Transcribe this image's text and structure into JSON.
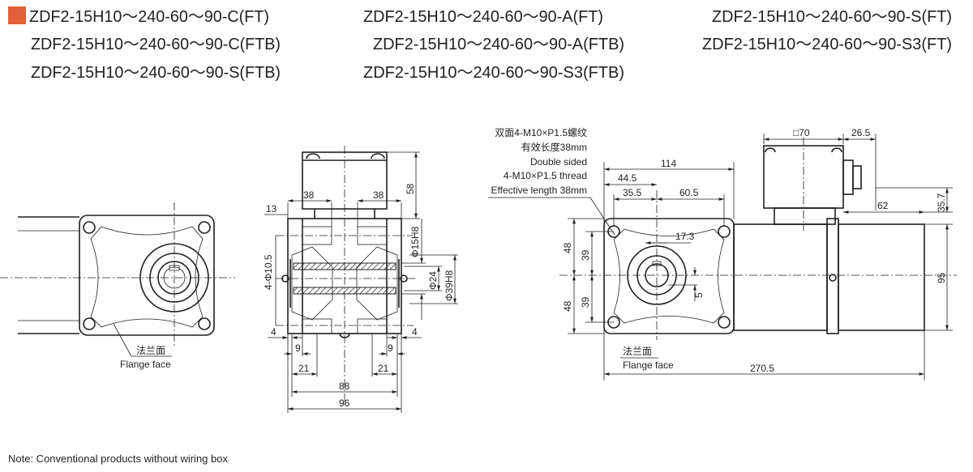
{
  "accent_color": "#e0603a",
  "titles": [
    "ZDF2-15H10～240-60～90-C(FT)",
    "ZDF2-15H10～240-60～90-A(FT)",
    "ZDF2-15H10～240-60～90-S(FT)",
    "ZDF2-15H10～240-60～90-C(FTB)",
    "ZDF2-15H10～240-60～90-A(FTB)",
    "ZDF2-15H10～240-60～90-S3(FT)",
    "ZDF2-15H10～240-60～90-S(FTB)",
    "ZDF2-15H10～240-60～90-S3(FTB)"
  ],
  "left_view": {
    "label_cn": "法兰面",
    "label_en": "Flange face"
  },
  "middle_view": {
    "dims": {
      "top_left": "38",
      "top_right": "38",
      "height_box": "58",
      "offset": "13",
      "holes": "4-Φ10.5",
      "bore": "Φ15H8",
      "shaft": "Φ24",
      "pilot": "Φ39H8",
      "side_left": "4",
      "side_right": "4",
      "nine_left": "9",
      "nine_right": "9",
      "tw_left": "21",
      "tw_right": "21",
      "inner": "88",
      "overall": "96"
    }
  },
  "right_view": {
    "thread_note": [
      "双面4-M10×P1.5螺纹",
      "有效长度38mm",
      "Double sided",
      "4-M10×P1.5 thread",
      "Effective length 38mm"
    ],
    "dims": {
      "box": "□70",
      "box_offset": "26.5",
      "d114": "114",
      "d44_5": "44.5",
      "d35_5": "35.5",
      "d60_5": "60.5",
      "d62": "62",
      "d35_7": "35.7",
      "d17_3": "17.3",
      "d48_top": "48",
      "d39_top": "39",
      "d48_bot": "48",
      "d39_bot": "39",
      "d5": "5",
      "d95": "95",
      "d270_5": "270.5"
    },
    "label_cn": "法兰面",
    "label_en": "Flange face"
  },
  "note": "Note: Conventional products without wiring box"
}
